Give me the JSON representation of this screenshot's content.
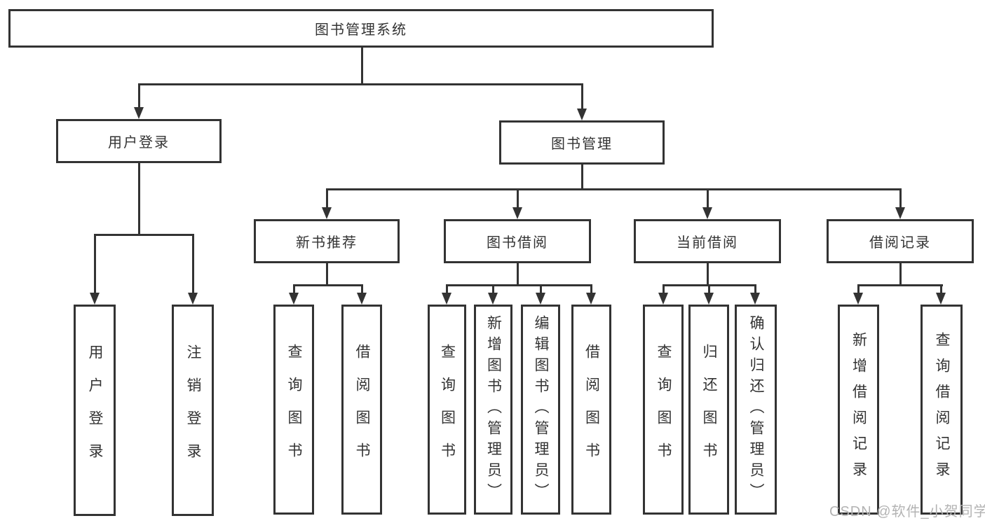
{
  "tree": {
    "root": "图书管理系统",
    "branches": [
      {
        "label": "用户登录",
        "leaves": [
          "用户登录",
          "注销登录"
        ]
      },
      {
        "label": "图书管理",
        "groups": [
          {
            "label": "新书推荐",
            "leaves": [
              "查询图书",
              "借阅图书"
            ]
          },
          {
            "label": "图书借阅",
            "leaves": [
              "查询图书",
              "新增图书（管理员）",
              "编辑图书（管理员）",
              "借阅图书"
            ]
          },
          {
            "label": "当前借阅",
            "leaves": [
              "查询图书",
              "归还图书",
              "确认归还（管理员）"
            ]
          },
          {
            "label": "借阅记录",
            "leaves": [
              "新增借阅记录",
              "查询借阅记录"
            ]
          }
        ]
      }
    ]
  },
  "watermark": "CSDN @软件_小贺同学",
  "colors": {
    "line": "#333333",
    "box_border": "#333333",
    "box_fill": "#ffffff",
    "text": "#333333",
    "watermark": "#b3b3b3",
    "background": "#ffffff"
  }
}
